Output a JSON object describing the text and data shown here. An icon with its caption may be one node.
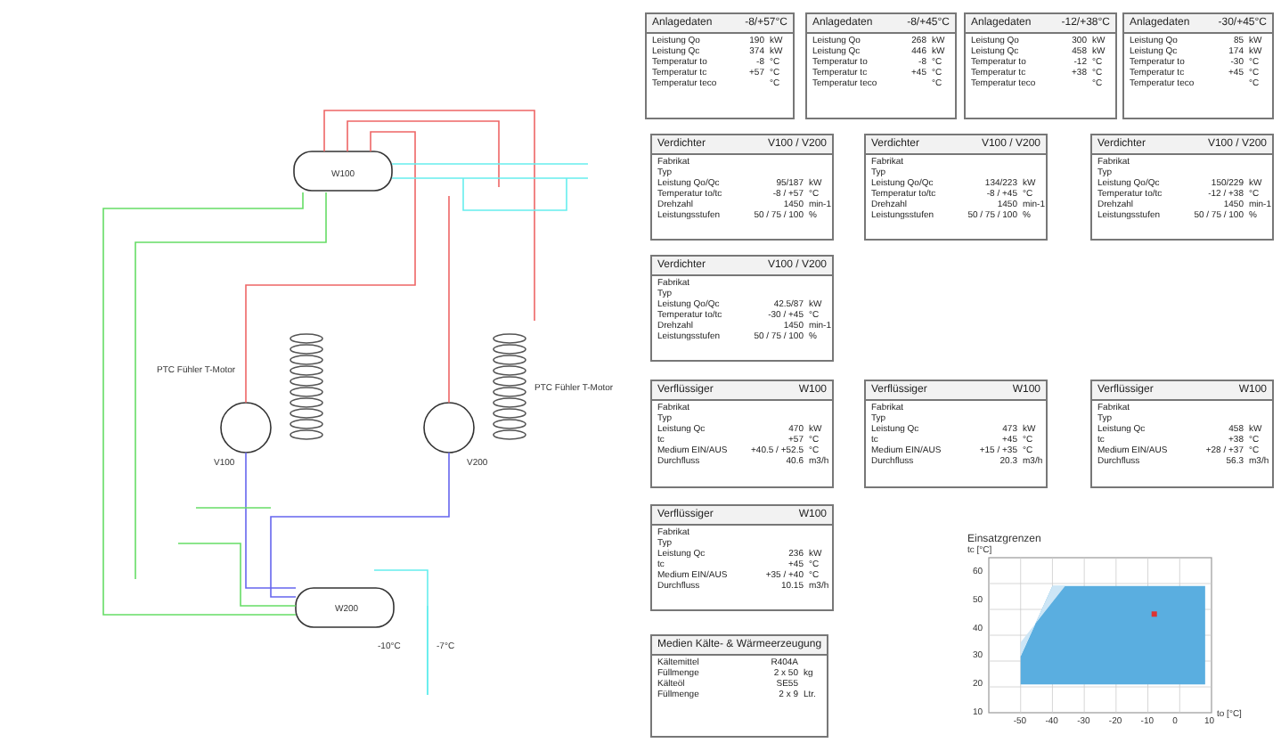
{
  "diagram": {
    "labels": [
      "Anlagedaten",
      "-8/+57°C",
      "Leistung Qo",
      "190",
      "kW",
      "Leistung Qc",
      "374",
      "kW",
      "Temperatur to",
      "-8",
      "°C",
      "Temperatur tc",
      "+57",
      "°C",
      "Temperatur teco",
      "°C",
      "Anlagedaten",
      "-8/+45°C",
      "Leistung Qo",
      "268",
      "kW",
      "Leistung Qc",
      "446",
      "kW",
      "Temperatur to",
      "-8",
      "°C",
      "Temperatur tc",
      "+45",
      "°C",
      "Temperatur teco",
      "°C",
      "Anlagedaten",
      "-12/+38°C",
      "Leistung Qo",
      "300",
      "kW",
      "Leistung Qc",
      "458",
      "kW",
      "Temperatur to",
      "-12",
      "°C",
      "Temperatur tc",
      "+38",
      "°C",
      "Temperatur teco",
      "°C",
      "Anlagedaten",
      "-30/+45°C",
      "Leistung Qo",
      "85",
      "kW",
      "Leistung Qc",
      "174",
      "kW",
      "Temperatur to",
      "-30",
      "°C",
      "Temperatur tc",
      "+45",
      "°C",
      "Temperatur teco",
      "°C",
      "Verdichter",
      "V100 / V200",
      "Fabrikat",
      "Typ",
      "Leistung Qo/Qc",
      "95/187",
      "kW",
      "Temperatur to/tc",
      "-8 / +57",
      "°C",
      "Drehzahl",
      "1450",
      "min-1",
      "Leistungsstufen",
      "50 / 75 / 100",
      "%",
      "Verdichter",
      "V100 / V200",
      "Fabrikat",
      "Typ",
      "Leistung Qo/Qc",
      "134/223",
      "kW",
      "Temperatur to/tc",
      "-8 / +45",
      "°C",
      "Drehzahl",
      "1450",
      "min-1",
      "Leistungsstufen",
      "50 / 75 / 100",
      "%",
      "Verdichter",
      "V100 / V200",
      "Fabrikat",
      "Typ",
      "Leistung Qo/Qc",
      "150/229",
      "kW",
      "Temperatur to/tc",
      "-12 / +38",
      "°C",
      "Drehzahl",
      "1450",
      "min-1",
      "Leistungsstufen",
      "50 / 75 / 100",
      "%",
      "Verdichter",
      "V100 / V200",
      "Fabrikat",
      "Typ",
      "Leistung Qo/Qc",
      "42.5/87",
      "kW",
      "Temperatur to/tc",
      "-30 / +45",
      "°C",
      "Drehzahl",
      "1450",
      "min-1",
      "Leistungsstufen",
      "50 / 75 / 100",
      "%",
      "Verflüssiger",
      "W100",
      "Fabrikat",
      "Typ",
      "Leistung Qc",
      "470",
      "kW",
      "tc",
      "+57",
      "°C",
      "Medium EIN/AUS",
      "+40.5 / +52.5",
      "°C",
      "Durchfluss",
      "40.6",
      "m3/h",
      "Verflüssiger",
      "W100",
      "Fabrikat",
      "Typ",
      "Leistung Qc",
      "473",
      "kW",
      "tc",
      "+45",
      "°C",
      "Medium EIN/AUS",
      "+15 / +35",
      "°C",
      "Durchfluss",
      "20.3",
      "m3/h",
      "Verflüssiger",
      "W100",
      "Fabrikat",
      "Typ",
      "Leistung Qc",
      "458",
      "kW",
      "tc",
      "+38",
      "°C",
      "Medium EIN/AUS",
      "+28 / +37",
      "°C",
      "Durchfluss",
      "56.3",
      "m3/h",
      "Verflüssiger",
      "W100",
      "Fabrikat",
      "Typ",
      "Leistung Qc",
      "236",
      "kW",
      "tc",
      "+45",
      "°C",
      "Medium EIN/AUS",
      "+35 / +40",
      "°C",
      "Durchfluss",
      "10.15",
      "m3/h",
      "Medien Kälte- & Wärmeerzeugung",
      "Kältemittel",
      "R404A",
      "Füllmenge",
      "2 x 50",
      "kg",
      "Kälteöl",
      "SE55",
      "Füllmenge",
      "2 x 9",
      "Ltr.",
      "Einsatzgrenzen",
      "tc [°C]",
      "60",
      "50",
      "40",
      "30",
      "20",
      "10",
      "-50",
      "-40",
      "-30",
      "-20",
      "-10",
      "0",
      "10",
      "to [°C]",
      "W100",
      "V100",
      "V200",
      "W200",
      "PTC Fühler T-Motor",
      "PTC Fühler T-Motor",
      "-10°C",
      "-7°C"
    ]
  }
}
